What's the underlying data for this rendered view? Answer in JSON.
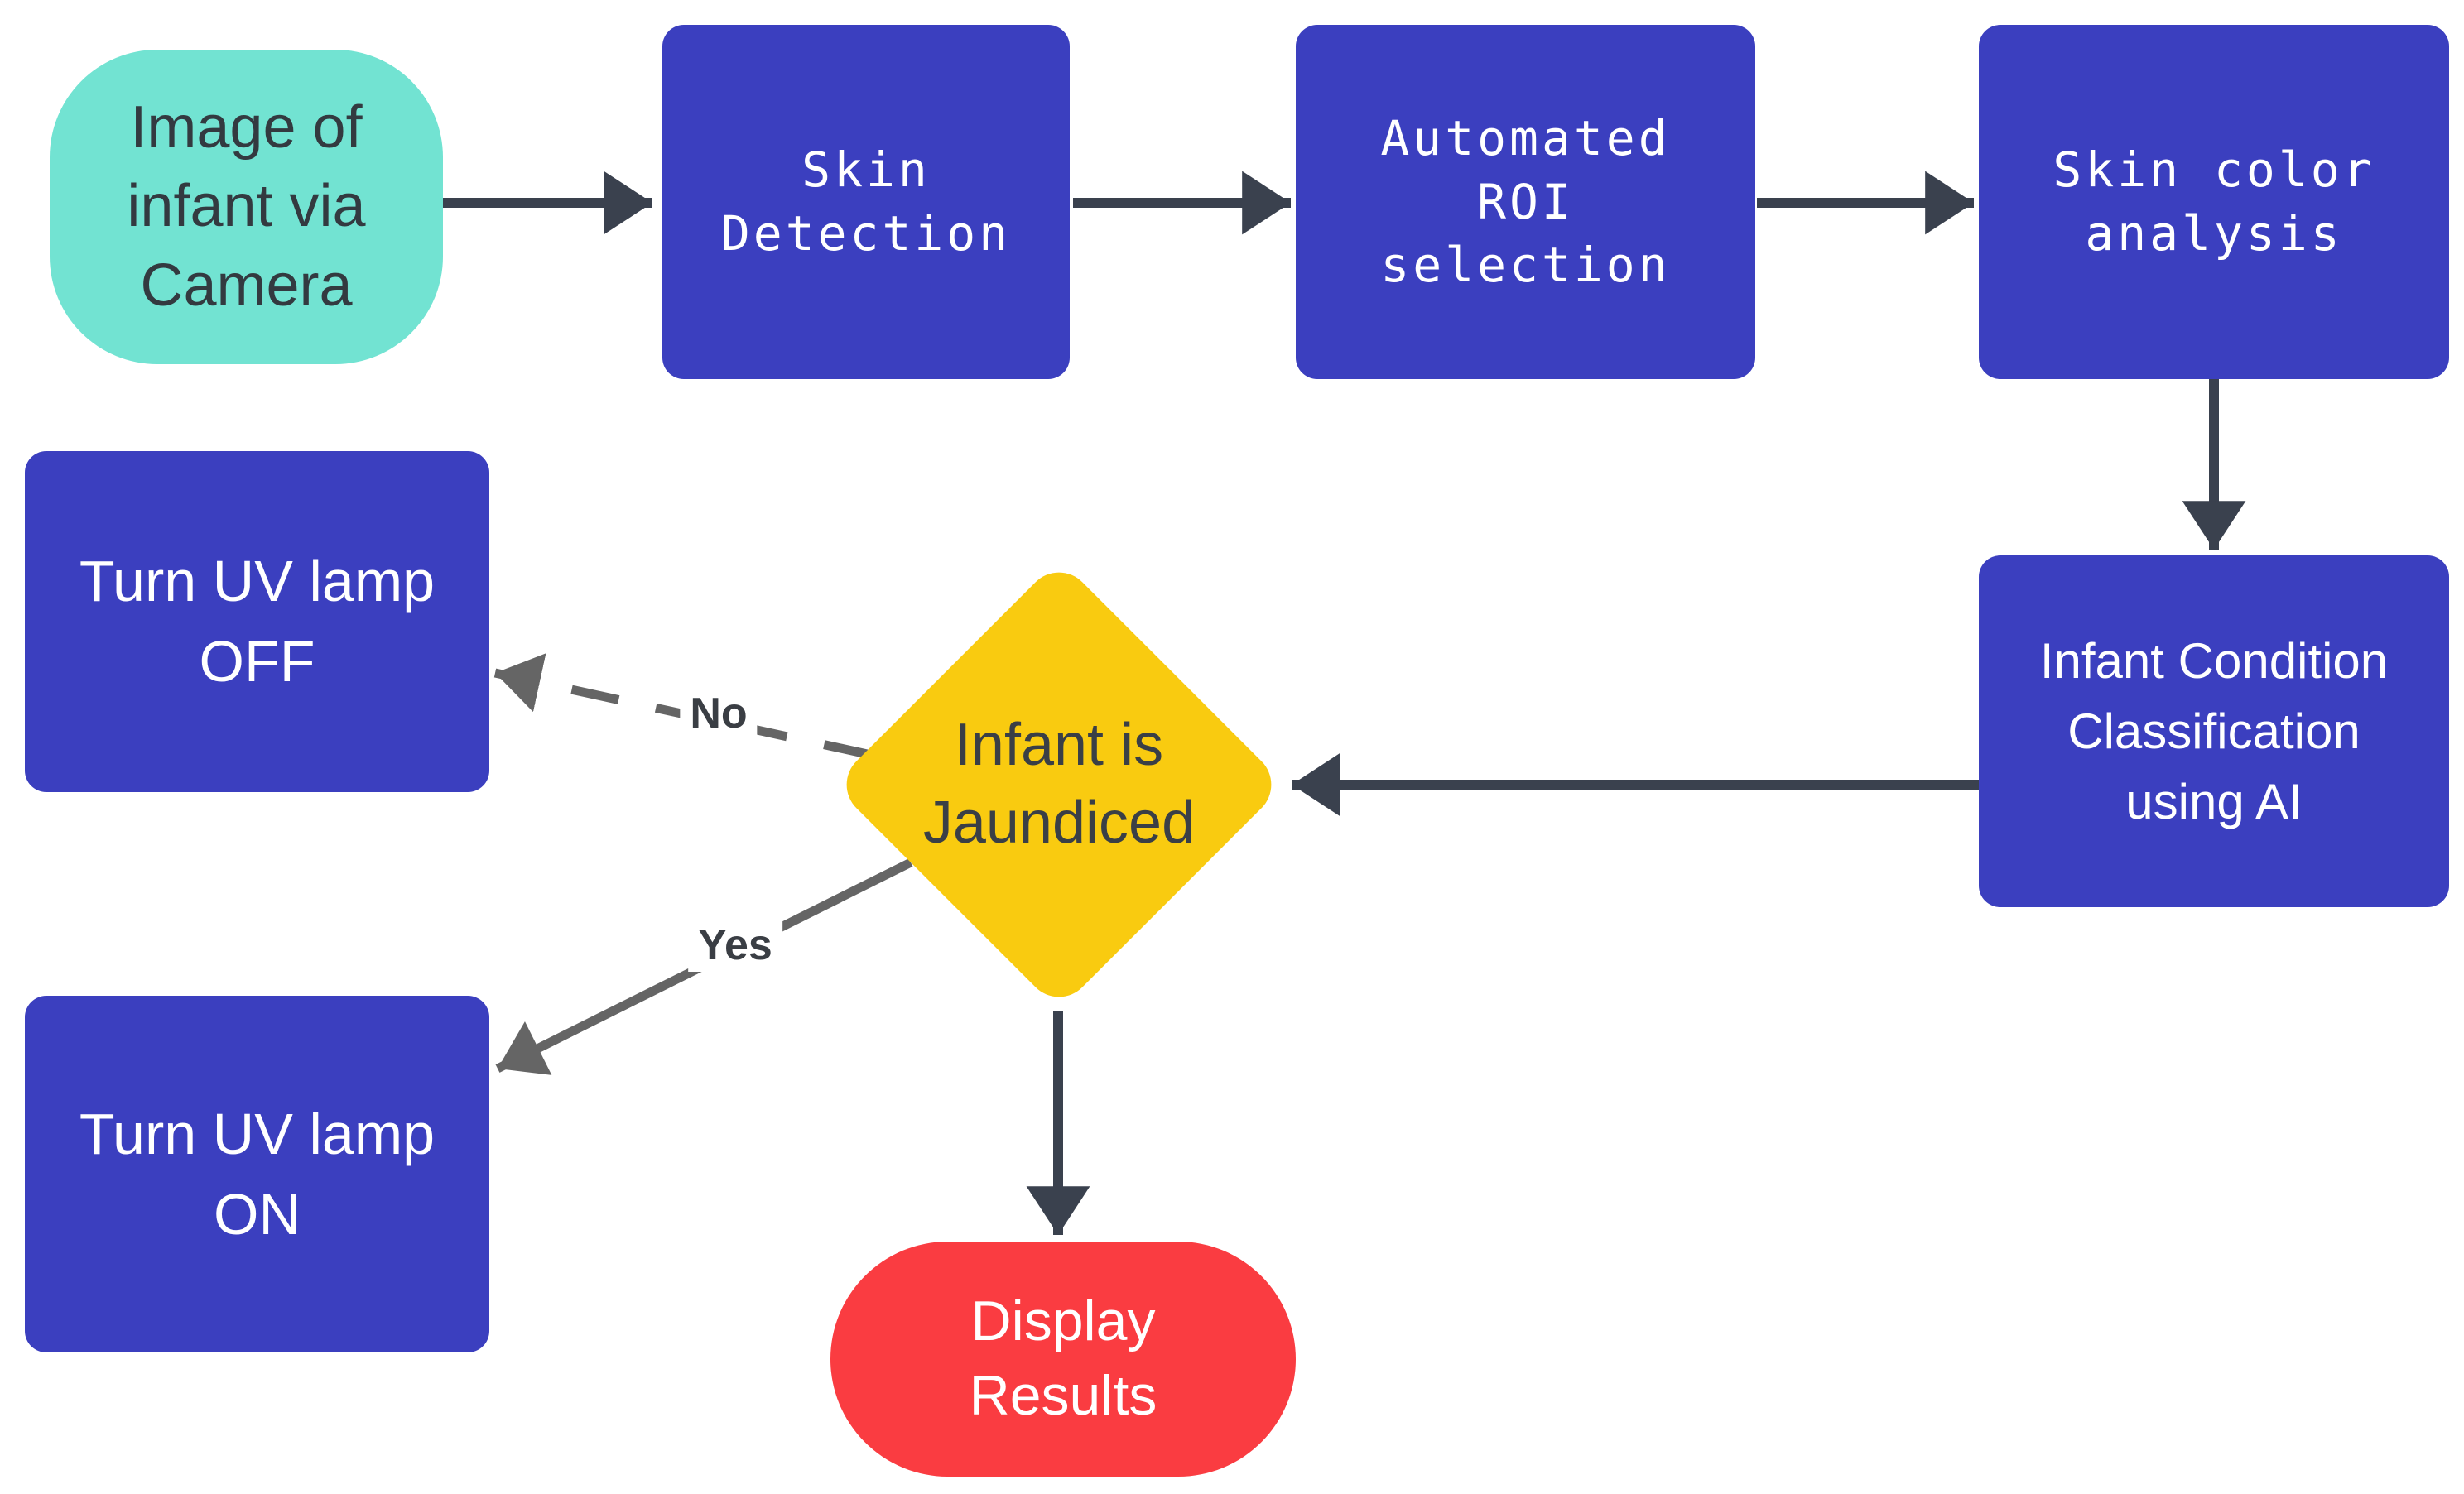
{
  "diagram": {
    "type": "flowchart",
    "colors": {
      "process_fill": "#3B3FBF",
      "start_fill": "#72E3D2",
      "decision_fill": "#F9CB10",
      "terminal_fill": "#FA3C41",
      "main_arrow": "#3A414E",
      "branch_arrow": "#656565",
      "dark_text": "#333A40",
      "light_text": "#FFFFFF"
    },
    "nodes": {
      "camera": {
        "label": "Image of\ninfant via\nCamera",
        "shape": "rounded-stadium",
        "color": "#72E3D2"
      },
      "skin_detection": {
        "label": "Skin\nDetection",
        "shape": "rounded-rect",
        "color": "#3B3FBF"
      },
      "roi": {
        "label": "Automated\nROI\nselection",
        "shape": "rounded-rect",
        "color": "#3B3FBF"
      },
      "skin_color": {
        "label": "Skin color\nanalysis",
        "shape": "rounded-rect",
        "color": "#3B3FBF"
      },
      "classification": {
        "label": "Infant Condition\nClassification\nusing AI",
        "shape": "rounded-rect",
        "color": "#3B3FBF"
      },
      "decision": {
        "label": "Infant is\nJaundiced",
        "shape": "diamond",
        "color": "#F9CB10"
      },
      "uv_off": {
        "label": "Turn UV lamp\nOFF",
        "shape": "rounded-rect",
        "color": "#3B3FBF"
      },
      "uv_on": {
        "label": "Turn UV lamp\nON",
        "shape": "rounded-rect",
        "color": "#3B3FBF"
      },
      "display": {
        "label": "Display\nResults",
        "shape": "stadium",
        "color": "#FA3C41"
      }
    },
    "edges": {
      "camera_to_skin_detection": {
        "from": "camera",
        "to": "skin_detection",
        "style": "solid"
      },
      "skin_detection_to_roi": {
        "from": "skin_detection",
        "to": "roi",
        "style": "solid"
      },
      "roi_to_skin_color": {
        "from": "roi",
        "to": "skin_color",
        "style": "solid"
      },
      "skin_color_to_classification": {
        "from": "skin_color",
        "to": "classification",
        "style": "solid"
      },
      "classification_to_decision": {
        "from": "classification",
        "to": "decision",
        "style": "solid"
      },
      "decision_to_uv_off": {
        "from": "decision",
        "to": "uv_off",
        "style": "dashed",
        "label": "No"
      },
      "decision_to_uv_on": {
        "from": "decision",
        "to": "uv_on",
        "style": "solid",
        "label": "Yes"
      },
      "decision_to_display": {
        "from": "decision",
        "to": "display",
        "style": "solid"
      }
    }
  }
}
